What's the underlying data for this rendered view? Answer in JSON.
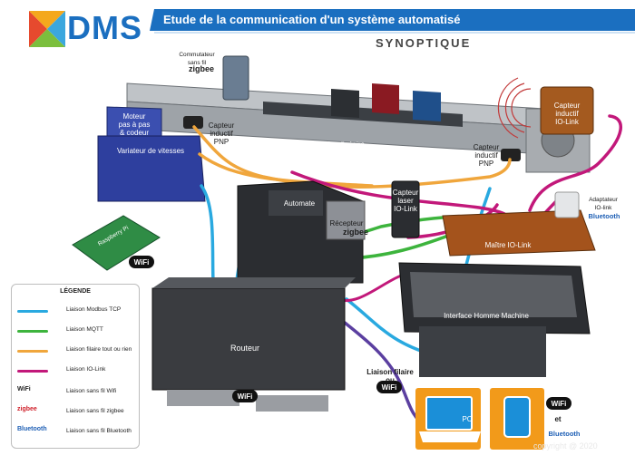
{
  "header": {
    "logo": "DMS",
    "title": "Etude de la communication d'un système automatisé",
    "subtitle": "SYNOPTIQUE"
  },
  "components": {
    "motor": "Moteur\npas à pas\n& codeur",
    "variator": "Variateur de vitesses",
    "capteur_pnp_left": "Capteur\ninductif\nPNP",
    "capteur_pnp_right": "Capteur\ninductif\nPNP",
    "axe": "Axe linéaire",
    "capteur_iolink": "Capteur\ninductif\nIO-Link",
    "automate": "Automate",
    "recepteur": "Récepteur",
    "capteur_laser": "Capteur\nlaser\nIO-Link",
    "maitre": "Maître IO-Link",
    "adaptateur": "Adaptateur\nIO-link",
    "commutateur": "Commutateur\nsans fil",
    "raspberry": "Raspberry Pi",
    "routeur": "Routeur",
    "ihm": "Interface Homme Machine",
    "liaison_filaire": "Liaison filaire\nou",
    "pc": "PC",
    "et": "et"
  },
  "badges": {
    "zigbee": "zigbee",
    "wifi": "WiFi",
    "bluetooth": "Bluetooth"
  },
  "legend": {
    "title": "LÉGENDE",
    "items": [
      {
        "label": "Liaison Modbus TCP",
        "color": "#29a9e0",
        "kind": "line"
      },
      {
        "label": "Liaison MQTT",
        "color": "#3db43d",
        "kind": "line"
      },
      {
        "label": "Liaison filaire tout ou rien",
        "color": "#f0a63c",
        "kind": "line"
      },
      {
        "label": "Liaison IO-Link",
        "color": "#c2187a",
        "kind": "line"
      },
      {
        "label": "Liaison sans fil Wifi",
        "color": "#222222",
        "kind": "wifi"
      },
      {
        "label": "Liaison sans fil zigbee",
        "color": "#d0202a",
        "kind": "zigbee"
      },
      {
        "label": "Liaison sans fil Bluetooth",
        "color": "#1e5fb5",
        "kind": "bluetooth"
      }
    ]
  },
  "copyright": "copyright @ 2020",
  "colors": {
    "modbus": "#29a9e0",
    "mqtt": "#3db43d",
    "tor": "#f0a63c",
    "iolink": "#c2187a",
    "header_blue": "#1b6fc0"
  }
}
